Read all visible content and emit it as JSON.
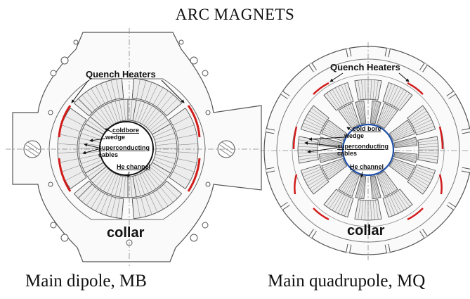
{
  "title": "ARC MAGNETS",
  "colors": {
    "line": "#4a4a4a",
    "heater": "#d21c1c",
    "coldbore": "#1f4fa6",
    "fill": "#e8e8e8"
  },
  "dipole": {
    "caption": "Main dipole, MB",
    "labels": {
      "quench_heaters": "Quench Heaters",
      "coldbore": "coldbore",
      "wedge": "wedge",
      "superconducting": "superconducting",
      "cables": "cables",
      "he_channel": "He channel",
      "collar": "collar"
    }
  },
  "quadrupole": {
    "caption": "Main quadrupole, MQ",
    "labels": {
      "quench_heaters": "Quench Heaters",
      "coldbore": "cold bore",
      "wedge": "wedge",
      "superconducting": "superconducting",
      "cables": "cables",
      "he_channel": "He channel",
      "collar": "collar"
    }
  }
}
